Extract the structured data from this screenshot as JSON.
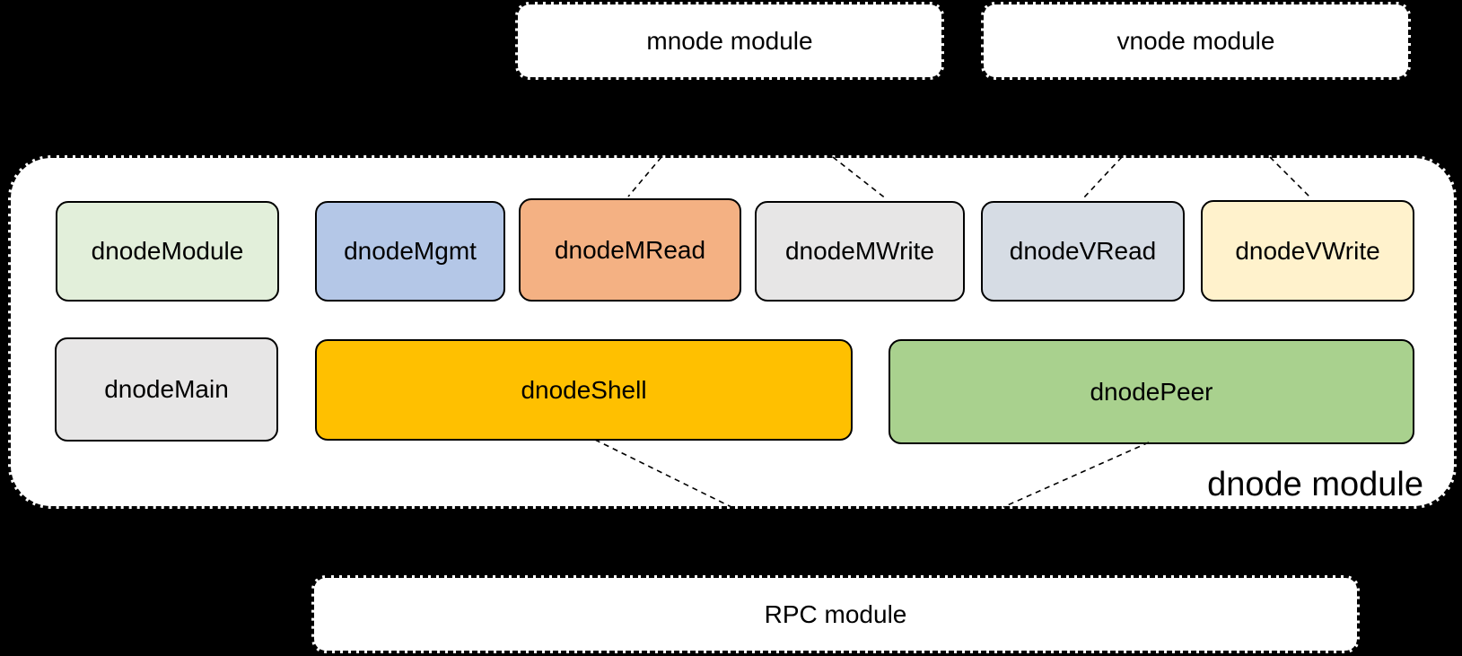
{
  "colors": {
    "background": "#000000",
    "surface": "#FFFFFF",
    "line": "#000000",
    "text": "#000000"
  },
  "top_modules": [
    {
      "id": "mnode",
      "label": "mnode module"
    },
    {
      "id": "vnode",
      "label": "vnode module"
    }
  ],
  "dnode_container": {
    "label": "dnode module",
    "row1": [
      {
        "id": "dnodeModule",
        "label": "dnodeModule",
        "fill": "#E2EFDA"
      },
      {
        "id": "dnodeMgmt",
        "label": "dnodeMgmt",
        "fill": "#B4C7E7"
      },
      {
        "id": "dnodeMRead",
        "label": "dnodeMRead",
        "fill": "#F4B183"
      },
      {
        "id": "dnodeMWrite",
        "label": "dnodeMWrite",
        "fill": "#E7E6E6"
      },
      {
        "id": "dnodeVRead",
        "label": "dnodeVRead",
        "fill": "#D6DCE4"
      },
      {
        "id": "dnodeVWrite",
        "label": "dnodeVWrite",
        "fill": "#FFF2CC"
      }
    ],
    "row2": [
      {
        "id": "dnodeMain",
        "label": "dnodeMain",
        "fill": "#E7E6E6"
      },
      {
        "id": "dnodeShell",
        "label": "dnodeShell",
        "fill": "#FFC000"
      },
      {
        "id": "dnodePeer",
        "label": "dnodePeer",
        "fill": "#A9D18E"
      }
    ]
  },
  "bottom_module": {
    "id": "rpc",
    "label": "RPC module"
  },
  "connections": [
    {
      "from": "mnode module",
      "to": "dnodeMRead"
    },
    {
      "from": "mnode module",
      "to": "dnodeMWrite"
    },
    {
      "from": "vnode module",
      "to": "dnodeVRead"
    },
    {
      "from": "vnode module",
      "to": "dnodeVWrite"
    },
    {
      "from": "dnodeShell",
      "to": "RPC module"
    },
    {
      "from": "dnodePeer",
      "to": "RPC module"
    }
  ]
}
